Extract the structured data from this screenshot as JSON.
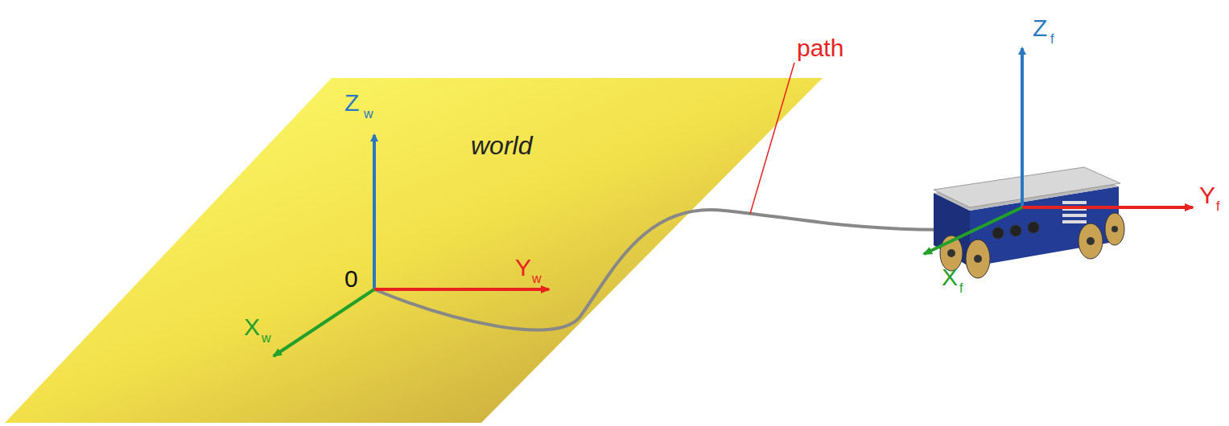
{
  "diagram": {
    "labels": [
      "Z",
      "w",
      "Y",
      "w",
      "X",
      "w",
      "0",
      "world",
      "path",
      "Z",
      "f",
      "Y",
      "f",
      "X",
      "f"
    ]
  }
}
